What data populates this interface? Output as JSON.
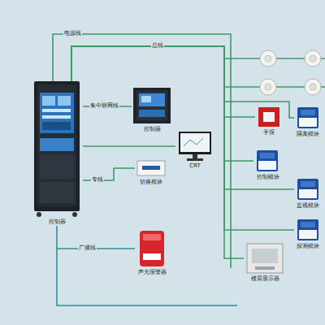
{
  "diagram": {
    "nodes": [
      {
        "text": [
          "控制器"
        ]
      },
      {
        "text": [
          "控制器"
        ]
      },
      {
        "text": [
          "手报"
        ]
      },
      {
        "text": [
          "隔离模块"
        ]
      },
      {
        "text": [
          "CRT"
        ]
      },
      {
        "text": [
          "控制模块"
        ]
      },
      {
        "text": [
          "切换模块"
        ]
      },
      {
        "text": [
          "监视模块"
        ]
      },
      {
        "text": [
          "探测模块"
        ]
      },
      {
        "text": [
          "声光报警器"
        ]
      },
      {
        "text": [
          "楼层显示器"
        ]
      }
    ],
    "edges": [
      {
        "from": 0,
        "to": 1,
        "label": "集中联网线",
        "arrow": "none"
      },
      {
        "from": 0,
        "to": 4,
        "arrow": "none"
      },
      {
        "from": 0,
        "to": 6,
        "label": "专线",
        "arrow": "none"
      },
      {
        "from": 0,
        "to": 9,
        "label": "广播线",
        "arrow": "none"
      },
      {
        "from": 0,
        "to": 2,
        "arrow": "none"
      },
      {
        "from": 0,
        "to": 3,
        "arrow": "none"
      },
      {
        "from": 0,
        "to": 5,
        "arrow": "none"
      },
      {
        "from": 0,
        "to": 7,
        "arrow": "none"
      },
      {
        "from": 0,
        "to": 8,
        "arrow": "none"
      },
      {
        "from": 0,
        "to": 10,
        "arrow": "none"
      }
    ],
    "labels": [
      "总线",
      "电源线"
    ]
  }
}
